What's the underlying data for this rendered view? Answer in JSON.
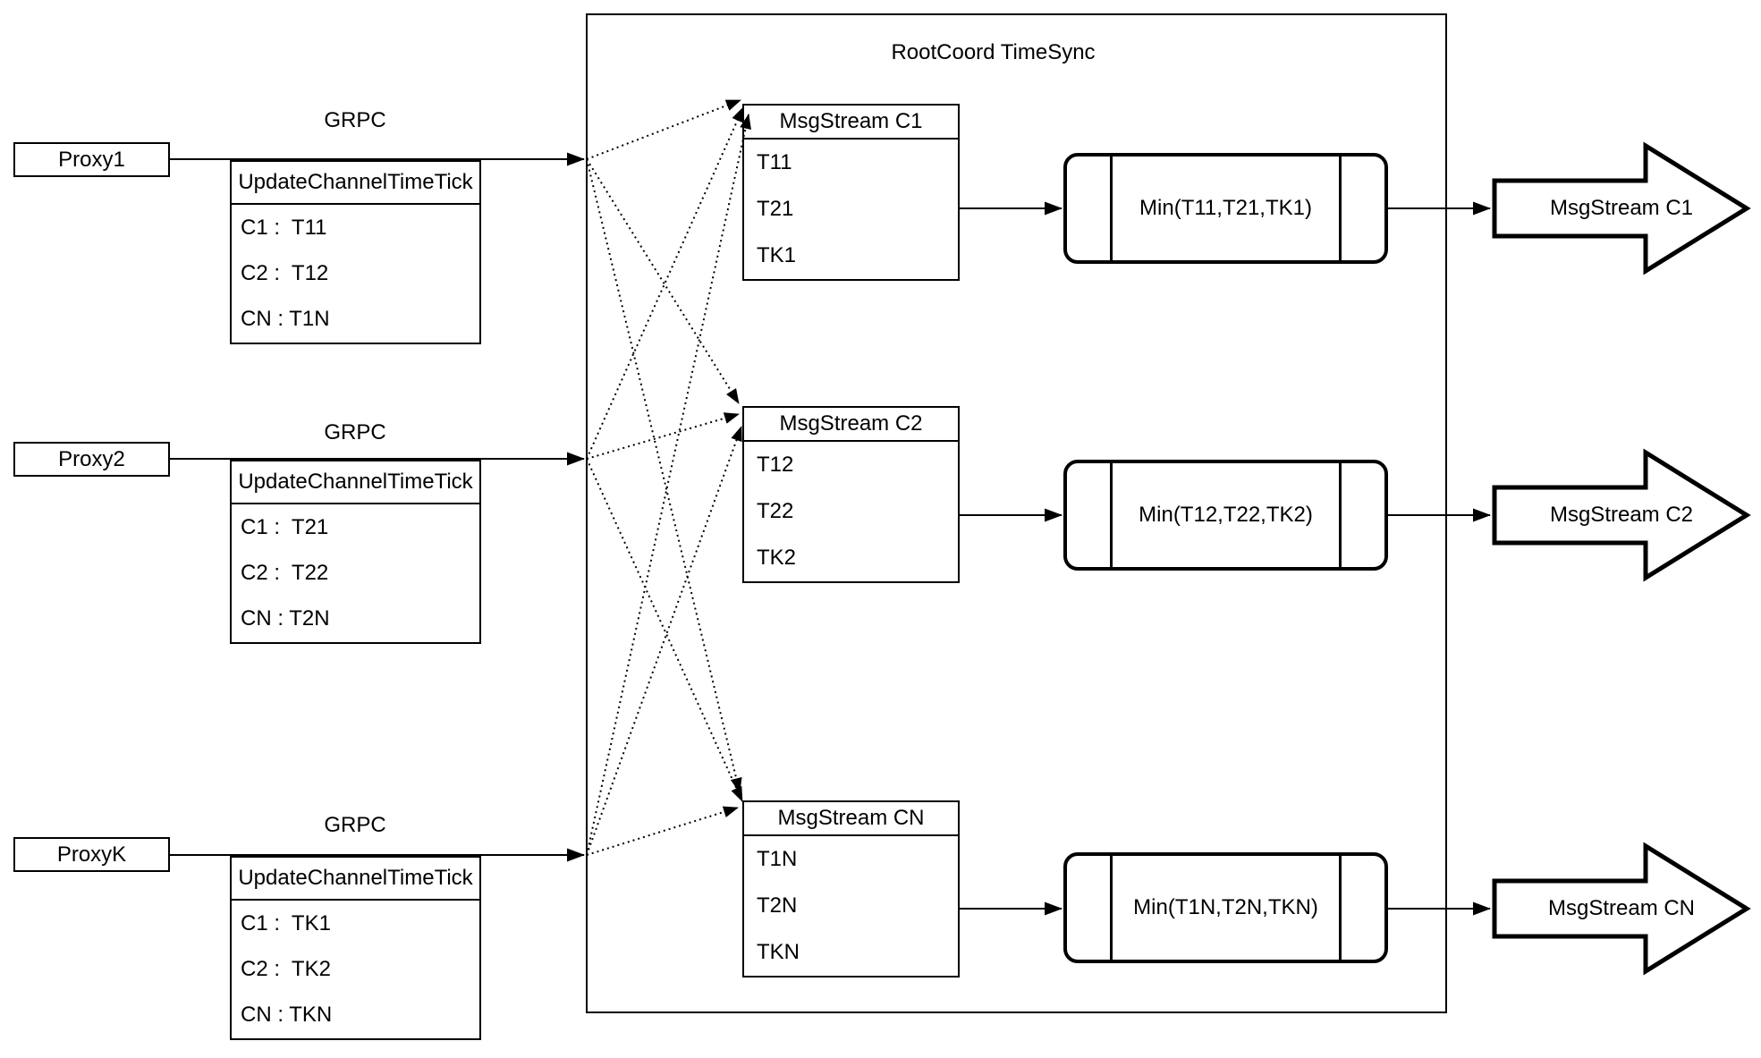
{
  "title": "RootCoord TimeSync",
  "proxies": [
    {
      "name": "Proxy1",
      "protocol": "GRPC",
      "table": {
        "header": "UpdateChannelTimeTick",
        "rows": [
          "C1 :  T11",
          "C2 :  T12",
          "CN : T1N"
        ]
      }
    },
    {
      "name": "Proxy2",
      "protocol": "GRPC",
      "table": {
        "header": "UpdateChannelTimeTick",
        "rows": [
          "C1 :  T21",
          "C2 :  T22",
          "CN : T2N"
        ]
      }
    },
    {
      "name": "ProxyK",
      "protocol": "GRPC",
      "table": {
        "header": "UpdateChannelTimeTick",
        "rows": [
          "C1 :  TK1",
          "C2 :  TK2",
          "CN : TKN"
        ]
      }
    }
  ],
  "streams": [
    {
      "buffer_header": "MsgStream C1",
      "buffer_rows": [
        "T11",
        "T21",
        "TK1"
      ],
      "min_label": "Min(T11,T21,TK1)",
      "output_label": "MsgStream C1"
    },
    {
      "buffer_header": "MsgStream C2",
      "buffer_rows": [
        "T12",
        "T22",
        "TK2"
      ],
      "min_label": "Min(T12,T22,TK2)",
      "output_label": "MsgStream C2"
    },
    {
      "buffer_header": "MsgStream CN",
      "buffer_rows": [
        "T1N",
        "T2N",
        "TKN"
      ],
      "min_label": "Min(T1N,T2N,TKN)",
      "output_label": "MsgStream CN"
    }
  ]
}
